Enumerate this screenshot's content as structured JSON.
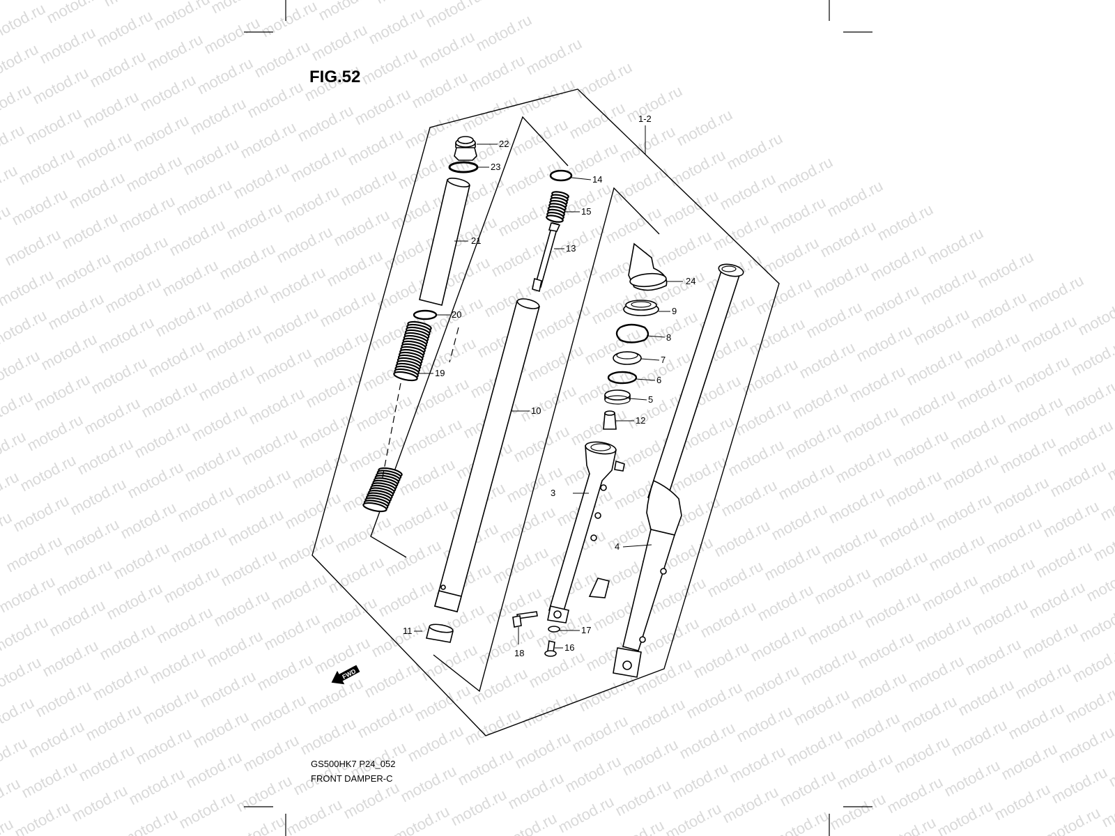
{
  "figure": {
    "title": "FIG.52"
  },
  "watermark": {
    "text": "motod.ru"
  },
  "group_label": "1-2",
  "callouts": [
    {
      "id": "22",
      "text": "22"
    },
    {
      "id": "23",
      "text": "23"
    },
    {
      "id": "21",
      "text": "21"
    },
    {
      "id": "20",
      "text": "20"
    },
    {
      "id": "19",
      "text": "19"
    },
    {
      "id": "14",
      "text": "14"
    },
    {
      "id": "15",
      "text": "15"
    },
    {
      "id": "13",
      "text": "13"
    },
    {
      "id": "10",
      "text": "10"
    },
    {
      "id": "11",
      "text": "11"
    },
    {
      "id": "24",
      "text": "24"
    },
    {
      "id": "9",
      "text": "9"
    },
    {
      "id": "8",
      "text": "8"
    },
    {
      "id": "7",
      "text": "7"
    },
    {
      "id": "6",
      "text": "6"
    },
    {
      "id": "5",
      "text": "5"
    },
    {
      "id": "12",
      "text": "12"
    },
    {
      "id": "3",
      "text": "3"
    },
    {
      "id": "4",
      "text": "4"
    },
    {
      "id": "17",
      "text": "17"
    },
    {
      "id": "18",
      "text": "18"
    },
    {
      "id": "16",
      "text": "16"
    }
  ],
  "direction_label": "FWD",
  "footer": {
    "model_code": "GS500HK7 P24_052",
    "section_title": "FRONT DAMPER-C"
  }
}
